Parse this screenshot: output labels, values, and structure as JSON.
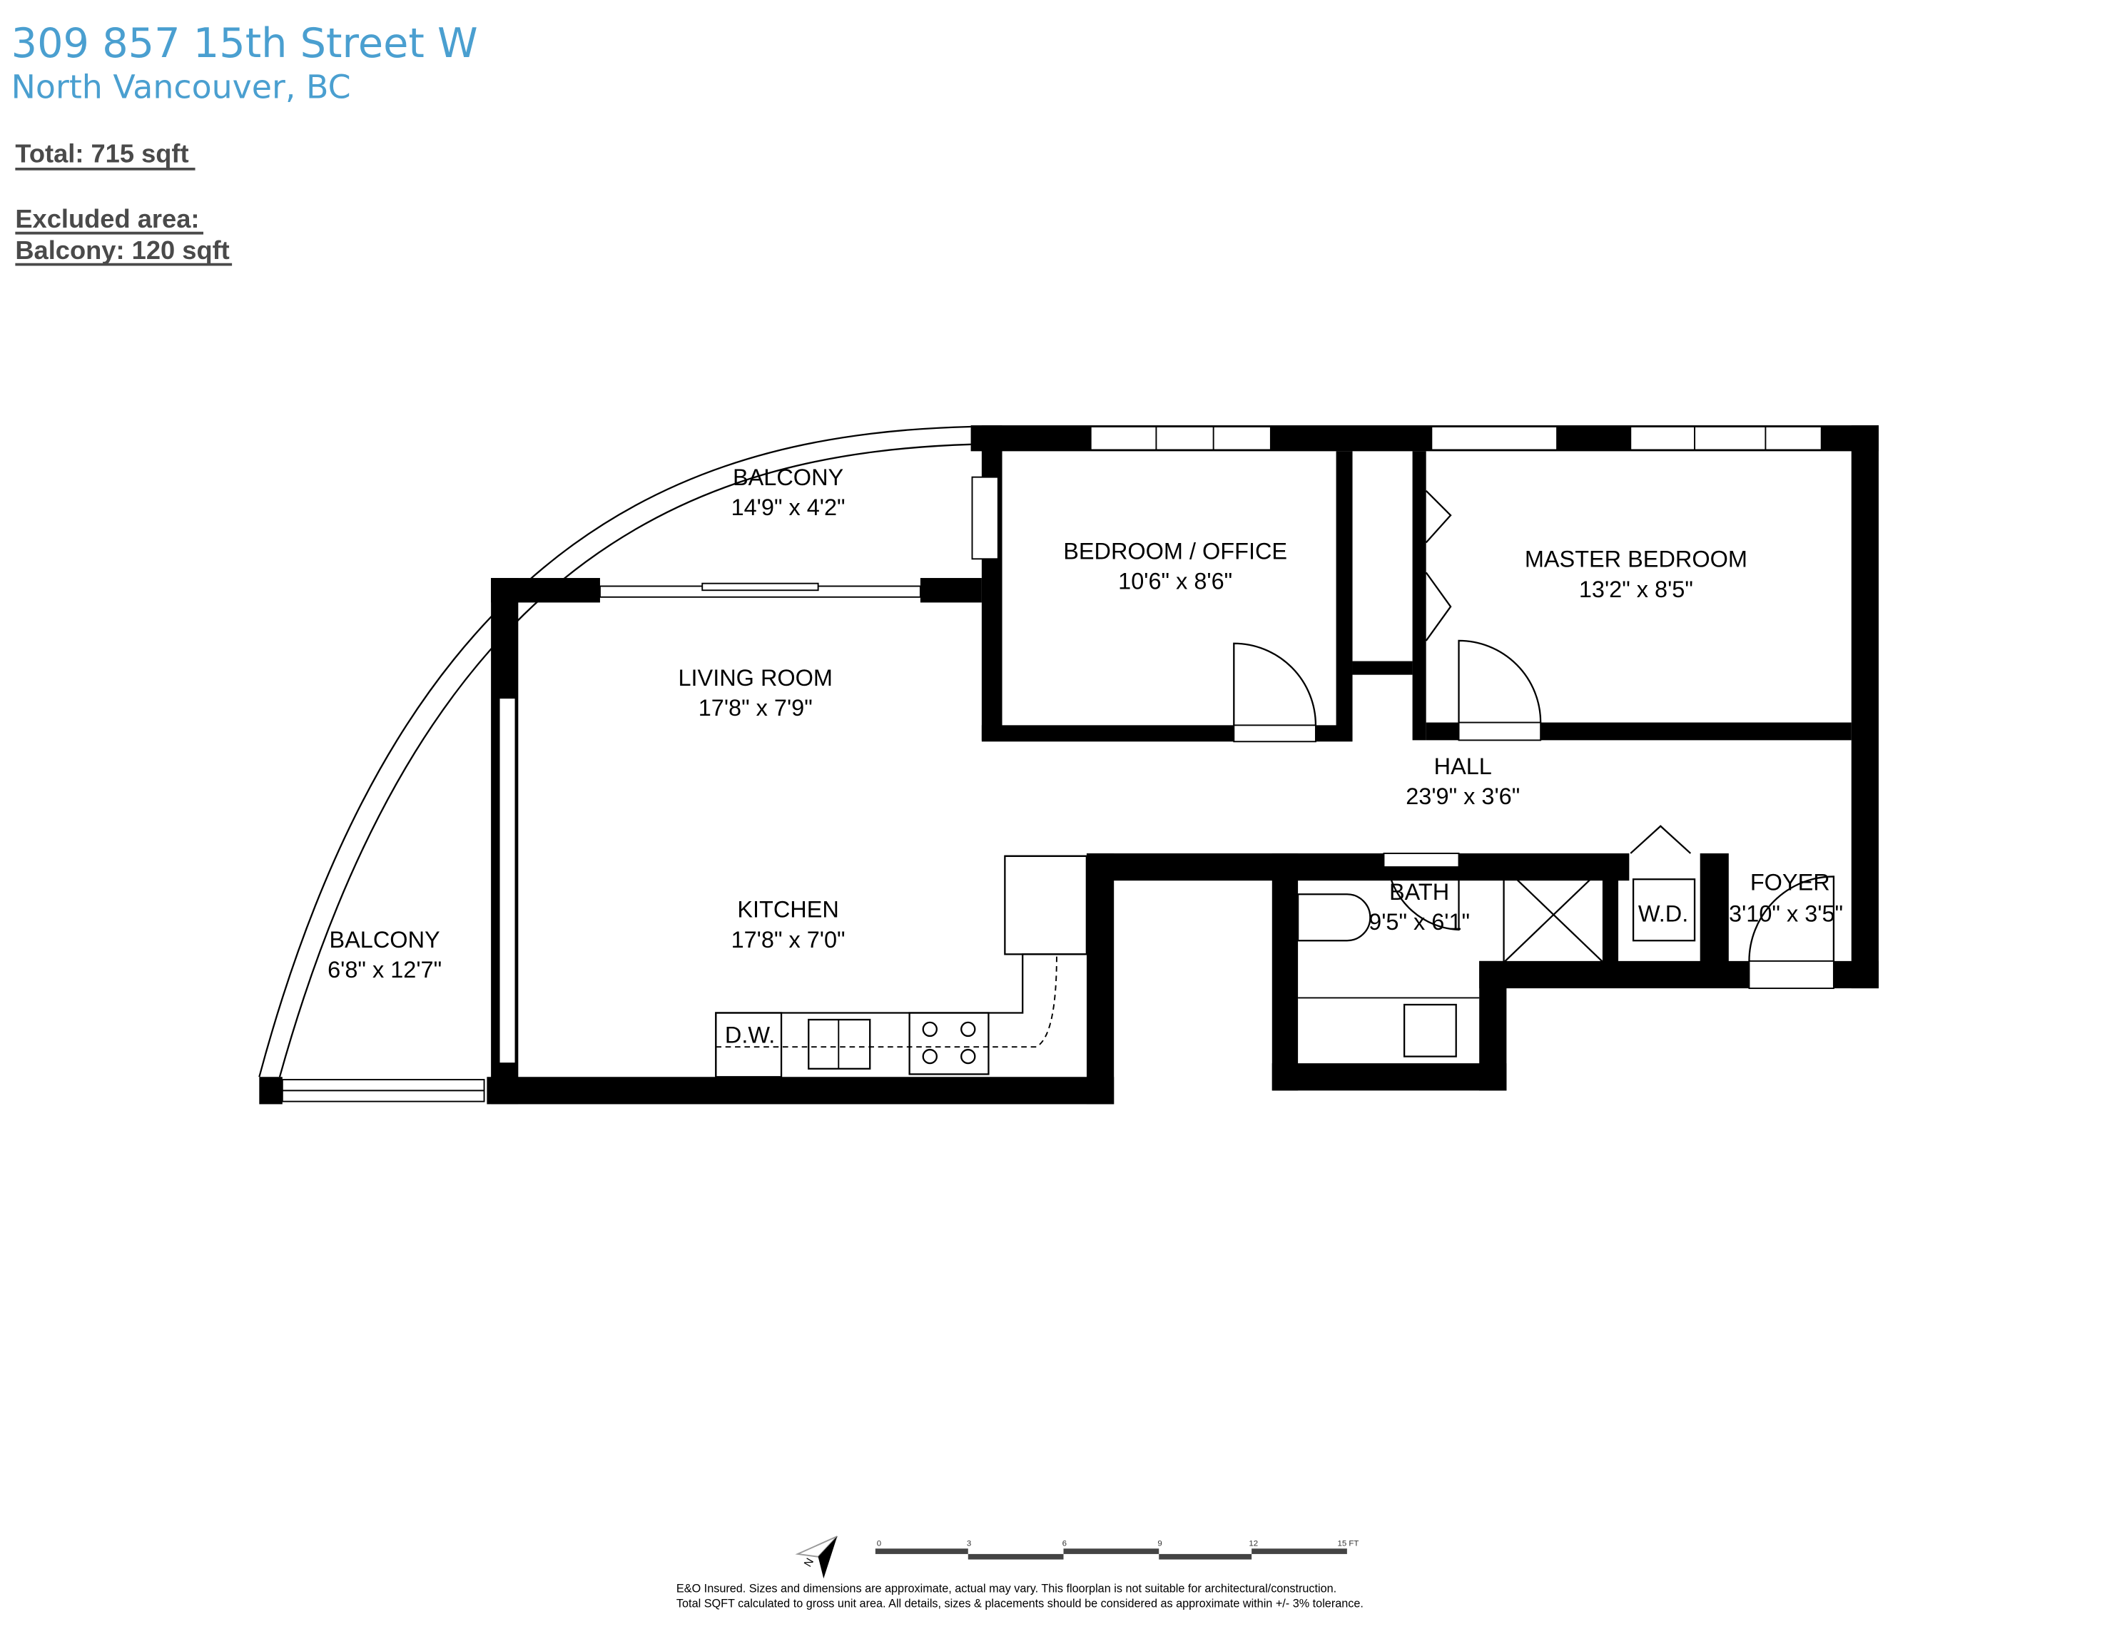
{
  "header": {
    "address_line1": "309 857 15th Street W",
    "address_line2": "North Vancouver, BC",
    "total": "Total: 715 sqft",
    "excluded_label": "Excluded area:",
    "excluded_balcony": "Balcony: 120 sqft",
    "accent_color": "#4a9fd0"
  },
  "rooms": {
    "balcony_top": {
      "name": "BALCONY",
      "dims": "14'9\" x 4'2\""
    },
    "balcony_left": {
      "name": "BALCONY",
      "dims": "6'8\" x 12'7\""
    },
    "bedroom_office": {
      "name": "BEDROOM / OFFICE",
      "dims": "10'6\" x 8'6\""
    },
    "master_bedroom": {
      "name": "MASTER BEDROOM",
      "dims": "13'2\" x 8'5\""
    },
    "living_room": {
      "name": "LIVING ROOM",
      "dims": "17'8\" x 7'9\""
    },
    "hall": {
      "name": "HALL",
      "dims": "23'9\" x 3'6\""
    },
    "kitchen": {
      "name": "KITCHEN",
      "dims": "17'8\" x 7'0\""
    },
    "bath": {
      "name": "BATH",
      "dims": "9'5\" x 6'1\""
    },
    "foyer": {
      "name": "FOYER",
      "dims": "3'10\" x 3'5\""
    },
    "dishwasher": "D.W.",
    "washer_dryer": "W.D."
  },
  "scale_bar": {
    "ticks": [
      "0",
      "3",
      "6",
      "9",
      "12",
      "15 FT"
    ]
  },
  "compass": {
    "label": "N",
    "icon": "north-arrow-icon"
  },
  "disclaimer": {
    "line1": "E&O Insured. Sizes and dimensions are approximate, actual may vary. This floorplan is not suitable for architectural/construction.",
    "line2": "Total SQFT calculated to gross unit area.  All details, sizes & placements should be considered as approximate within +/- 3% tolerance."
  }
}
